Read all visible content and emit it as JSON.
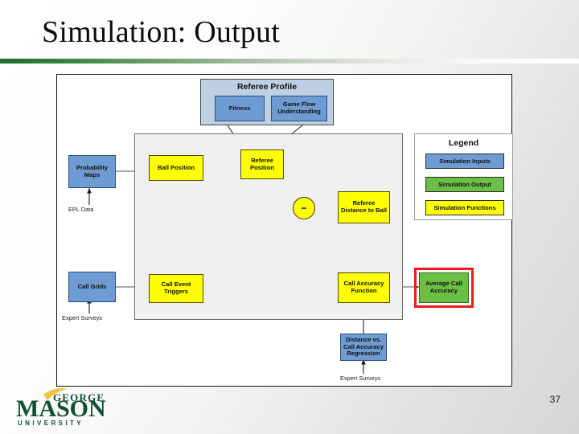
{
  "slide": {
    "title": "Simulation: Output",
    "page_number": "37",
    "accent_green": "#1d6b27"
  },
  "diagram": {
    "referee_profile": {
      "title": "Referee Profile",
      "fill": "#bdcfe3",
      "nodes": [
        {
          "label": "Fitness",
          "type": "input"
        },
        {
          "label": "Game Flow Understanding",
          "type": "input"
        }
      ]
    },
    "core_group": {
      "fill": "#f0f0f0"
    },
    "nodes": [
      {
        "id": "probability-maps",
        "label": "Probability Maps",
        "type": "input",
        "color": "#6e9bd2"
      },
      {
        "id": "ball-position",
        "label": "Ball Position",
        "type": "function",
        "color": "#ffff00"
      },
      {
        "id": "referee-position",
        "label": "Referee Position",
        "type": "function",
        "color": "#ffff00"
      },
      {
        "id": "referee-distance-to-ball",
        "label": "Referee Distance to Ball",
        "type": "function",
        "color": "#ffff00"
      },
      {
        "id": "call-grids",
        "label": "Call Grids",
        "type": "input",
        "color": "#6e9bd2"
      },
      {
        "id": "call-event-triggers",
        "label": "Call Event Triggers",
        "type": "function",
        "color": "#ffff00"
      },
      {
        "id": "call-accuracy-function",
        "label": "Call Accuracy Function",
        "type": "function",
        "color": "#ffff00"
      },
      {
        "id": "average-call-accuracy",
        "label": "Average Call Accuracy",
        "type": "output",
        "color": "#6cbf45",
        "highlight": "#ee1b1b"
      },
      {
        "id": "distance-vs-call-accuracy-regression",
        "label": "Distance vs. Call Accuracy Regression",
        "type": "input",
        "color": "#6e9bd2"
      }
    ],
    "operator": {
      "id": "sum-junction",
      "symbol": "−"
    },
    "captions": [
      {
        "id": "epl-data",
        "label": "EPL Data"
      },
      {
        "id": "expert-surveys-call-grids",
        "label": "Expert Surveys"
      },
      {
        "id": "expert-surveys-regression",
        "label": "Expert Surveys"
      }
    ],
    "legend": {
      "title": "Legend",
      "entries": [
        {
          "label": "Simulation Inputs",
          "color": "#6e9bd2"
        },
        {
          "label": "Simulation Output",
          "color": "#6cbf45"
        },
        {
          "label": "Simulation Functions",
          "color": "#ffff00"
        }
      ]
    }
  },
  "footer": {
    "logo_line1": "GEORGE",
    "logo_line2": "MASON",
    "logo_line3": "U N I V E R S I T Y"
  }
}
